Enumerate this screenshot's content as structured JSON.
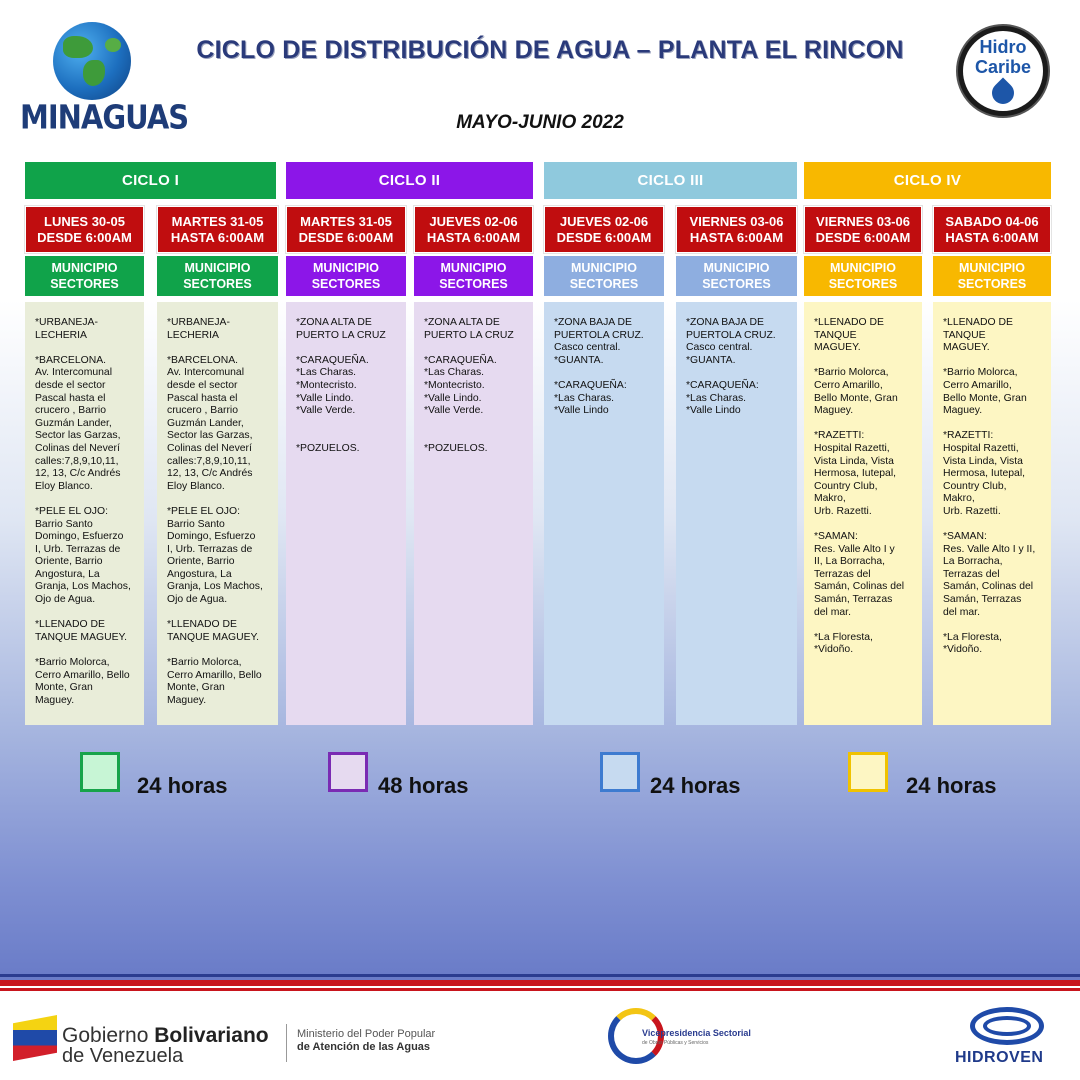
{
  "header": {
    "title": "CICLO DE DISTRIBUCIÓN DE AGUA – PLANTA EL RINCON",
    "subtitle": "MAYO-JUNIO 2022",
    "left_logo": "MINAGUAS",
    "right_logo_line1": "Hidro",
    "right_logo_line2": "Caribe"
  },
  "colors": {
    "ciclo1": "#10a34a",
    "ciclo2": "#8c16e8",
    "ciclo3": "#8fc9dd",
    "ciclo4": "#f8b800",
    "day_header": "#c00d0f",
    "body1": "#e9edd9",
    "body2": "#e6daf0",
    "body3": "#c6daf0",
    "body4": "#fdf6c3"
  },
  "cycles": [
    {
      "label": "CICLO I"
    },
    {
      "label": "CICLO II"
    },
    {
      "label": "CICLO III"
    },
    {
      "label": "CICLO IV"
    }
  ],
  "columns": [
    {
      "day1": "LUNES 30-05",
      "day2": "DESDE 6:00AM",
      "mun1": "MUNICIPIO",
      "mun2": "SECTORES",
      "body": "*URBANEJA-\nLECHERIA\n\n*BARCELONA.\nAv. Intercomunal\ndesde el sector\nPascal hasta el\ncrucero , Barrio\nGuzmán Lander,\nSector las Garzas,\nColinas del Neverí\ncalles:7,8,9,10,11,\n12, 13, C/c Andrés\nEloy Blanco.\n\n*PELE EL OJO:\nBarrio Santo\nDomingo, Esfuerzo\nI, Urb. Terrazas de\nOriente, Barrio\nAngostura, La\nGranja, Los Machos,\nOjo de Agua.\n\n*LLENADO DE\nTANQUE MAGUEY.\n\n*Barrio Molorca,\nCerro Amarillo, Bello\nMonte, Gran\nMaguey."
    },
    {
      "day1": "MARTES 31-05",
      "day2": "HASTA 6:00AM",
      "mun1": "MUNICIPIO",
      "mun2": "SECTORES",
      "body": "*URBANEJA-\nLECHERIA\n\n*BARCELONA.\nAv. Intercomunal\ndesde el sector\nPascal hasta el\ncrucero , Barrio\nGuzmán Lander,\nSector las Garzas,\nColinas del Neverí\ncalles:7,8,9,10,11,\n12, 13, C/c Andrés\nEloy Blanco.\n\n*PELE EL OJO:\nBarrio Santo\nDomingo, Esfuerzo\n I, Urb. Terrazas de\nOriente, Barrio\nAngostura, La\nGranja, Los Machos,\nOjo de Agua.\n\n*LLENADO DE\nTANQUE MAGUEY.\n\n*Barrio Molorca,\nCerro Amarillo, Bello\nMonte, Gran\nMaguey."
    },
    {
      "day1": "MARTES 31-05",
      "day2": "DESDE 6:00AM",
      "mun1": "MUNICIPIO",
      "mun2": "SECTORES",
      "body": "*ZONA ALTA DE\nPUERTO LA CRUZ\n\n*CARAQUEÑA.\n*Las Charas.\n*Montecristo.\n*Valle Lindo.\n*Valle Verde.\n\n\n*POZUELOS."
    },
    {
      "day1": "JUEVES 02-06",
      "day2": "HASTA 6:00AM",
      "mun1": "MUNICIPIO",
      "mun2": "SECTORES",
      "body": "*ZONA ALTA DE\nPUERTO LA CRUZ\n\n*CARAQUEÑA.\n*Las Charas.\n*Montecristo.\n*Valle Lindo.\n*Valle Verde.\n\n\n*POZUELOS."
    },
    {
      "day1": "JUEVES 02-06",
      "day2": "DESDE 6:00AM",
      "mun1": "MUNICIPIO",
      "mun2": "SECTORES",
      "body": "*ZONA BAJA DE\nPUERTOLA CRUZ.\nCasco central.\n*GUANTA.\n\n*CARAQUEÑA:\n*Las Charas.\n*Valle Lindo"
    },
    {
      "day1": "VIERNES 03-06",
      "day2": "HASTA 6:00AM",
      "mun1": "MUNICIPIO",
      "mun2": "SECTORES",
      "body": "*ZONA BAJA DE\nPUERTOLA CRUZ.\nCasco central.\n*GUANTA.\n\n*CARAQUEÑA:\n*Las Charas.\n*Valle Lindo"
    },
    {
      "day1": "VIERNES 03-06",
      "day2": "DESDE 6:00AM",
      "mun1": "MUNICIPIO",
      "mun2": "SECTORES",
      "body": "*LLENADO DE\nTANQUE\nMAGUEY.\n\n*Barrio Molorca,\nCerro Amarillo,\nBello Monte, Gran\nMaguey.\n\n*RAZETTI:\nHospital Razetti,\nVista Linda, Vista\nHermosa, Iutepal,\nCountry Club,\nMakro,\nUrb. Razetti.\n\n*SAMAN:\nRes. Valle Alto I y\nII, La Borracha,\nTerrazas del\nSamán, Colinas del\nSamán, Terrazas\ndel mar.\n\n*La Floresta,\n*Vidoño."
    },
    {
      "day1": "SABADO 04-06",
      "day2": "HASTA 6:00AM",
      "mun1": "MUNICIPIO",
      "mun2": "SECTORES",
      "body": "*LLENADO DE\nTANQUE\nMAGUEY.\n\n*Barrio Molorca,\nCerro Amarillo,\nBello Monte, Gran\nMaguey.\n\n*RAZETTI:\nHospital Razetti,\nVista Linda, Vista\nHermosa, Iutepal,\nCountry Club,\nMakro,\nUrb. Razetti.\n\n*SAMAN:\nRes. Valle Alto I y II,\nLa Borracha,\nTerrazas del\nSamán, Colinas del\nSamán, Terrazas\ndel mar.\n\n*La Floresta,\n*Vidoño."
    }
  ],
  "legend": [
    {
      "label": "24 horas"
    },
    {
      "label": "48 horas"
    },
    {
      "label": "24 horas"
    },
    {
      "label": "24 horas"
    }
  ],
  "footer": {
    "gob_line1_a": "Gobierno ",
    "gob_line1_b": "Bolivariano",
    "gob_line2": "de Venezuela",
    "ministry_line1": "Ministerio del Poder Popular",
    "ministry_line2": "de Atención de las Aguas",
    "vice_line1": "Vicepresidencia Sectorial",
    "vice_line2": "de Obras Públicas y Servicios",
    "hidroven": "HIDROVEN"
  }
}
